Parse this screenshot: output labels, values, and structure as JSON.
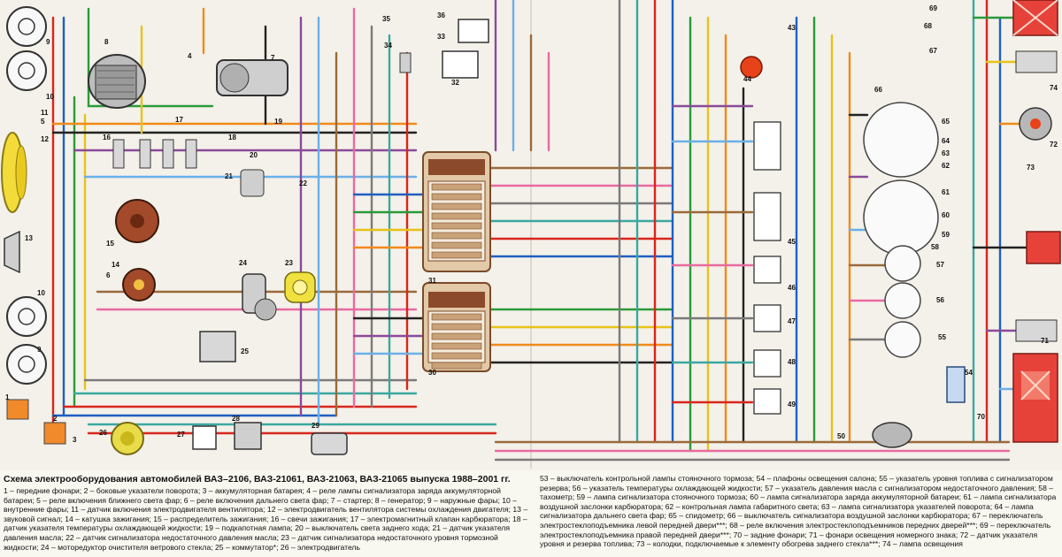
{
  "caption": {
    "title": "Схема электрооборудования автомобилей ВАЗ–2106, ВАЗ-21061, ВАЗ-21063, ВАЗ-21065 выпуска 1988–2001 гг.",
    "legend_left": "1 – передние фонари; 2 – боковые указатели поворота; 3 – аккумуляторная батарея; 4 – реле лампы сигнализатора заряда аккумуляторной батареи; 5 – реле включения ближнего света фар; 6 – реле включения дальнего света фар; 7 – стартер; 8 – генератор; 9 – наружные фары; 10 – внутренние фары; 11 – датчик включения электродвигателя вентилятора; 12 – электродвигатель вентилятора системы охлаждения двигателя; 13 – звуковой сигнал; 14 – катушка зажигания; 15 – распределитель зажигания; 16 – свечи зажигания; 17 – электромагнитный клапан карбюратора; 18 – датчик указателя температуры охлаждающей жидкости; 19 – подкапотная лампа; 20 – выключатель света заднего хода; 21 – датчик указателя давления масла; 22 – датчик сигнализатора недостаточного давления масла; 23 – датчик сигнализатора недостаточного уровня тормозной жидкости; 24 – моторедуктор очистителя ветрового стекла; 25 – коммутатор*; 26 – электродвигатель",
    "legend_right": "53 – выключатель контрольной лампы стояночного тормоза; 54 – плафоны освещения салона; 55 – указатель уровня топлива с сигнализатором резерва; 56 – указатель температуры охлаждающей жидкости; 57 – указатель давления масла с сигнализатором недостаточного давления; 58 – тахометр; 59 – лампа сигнализатора стояночного тормоза; 60 – лампа сигнализатора заряда аккумуляторной батареи; 61 – лампа сигнализатора воздушной заслонки карбюратора; 62 – контрольная лампа габаритного света; 63 – лампа сигнализатора указателей поворота; 64 – лампа сигнализатора дальнего света фар; 65 – спидометр; 66 – выключатель сигнализатора воздушной заслонки карбюратора; 67 – переключатель электростеклоподъемника левой передней двери***; 68 – реле включения электростеклоподъемников передних дверей***; 69 – переключатель электростеклоподъемника правой передней двери***; 70 – задние фонари; 71 – фонари освещения номерного знака; 72 – датчик указателя уровня и резерва топлива; 73 – колодки, подключаемые к элементу обогрева заднего стекла***; 74 – лампа освещения"
  },
  "labels": {
    "n1": "1",
    "n2": "2",
    "n3": "3",
    "n4": "4",
    "n5": "5",
    "n6": "6",
    "n7": "7",
    "n8": "8",
    "n9a": "9",
    "n9b": "9",
    "n10a": "10",
    "n10b": "10",
    "n11": "11",
    "n12": "12",
    "n13": "13",
    "n14": "14",
    "n15": "15",
    "n16": "16",
    "n17": "17",
    "n18": "18",
    "n19": "19",
    "n20": "20",
    "n21": "21",
    "n22": "22",
    "n23": "23",
    "n24": "24",
    "n25": "25",
    "n26": "26",
    "n27": "27",
    "n28": "28",
    "n29": "29",
    "n30": "30",
    "n31": "31",
    "n32": "32",
    "n33": "33",
    "n34": "34",
    "n35": "35",
    "n36": "36",
    "n43": "43",
    "n44": "44",
    "n45": "45",
    "n46": "46",
    "n47": "47",
    "n48": "48",
    "n49": "49",
    "n50": "50",
    "n54": "54",
    "n55": "55",
    "n56": "56",
    "n57": "57",
    "n58": "58",
    "n59": "59",
    "n60": "60",
    "n61": "61",
    "n62": "62",
    "n63": "63",
    "n64": "64",
    "n65": "65",
    "n66": "66",
    "n67": "67",
    "n68": "68",
    "n69": "69",
    "n70": "70",
    "n71": "71",
    "n72": "72",
    "n73": "73",
    "n74": "74"
  }
}
